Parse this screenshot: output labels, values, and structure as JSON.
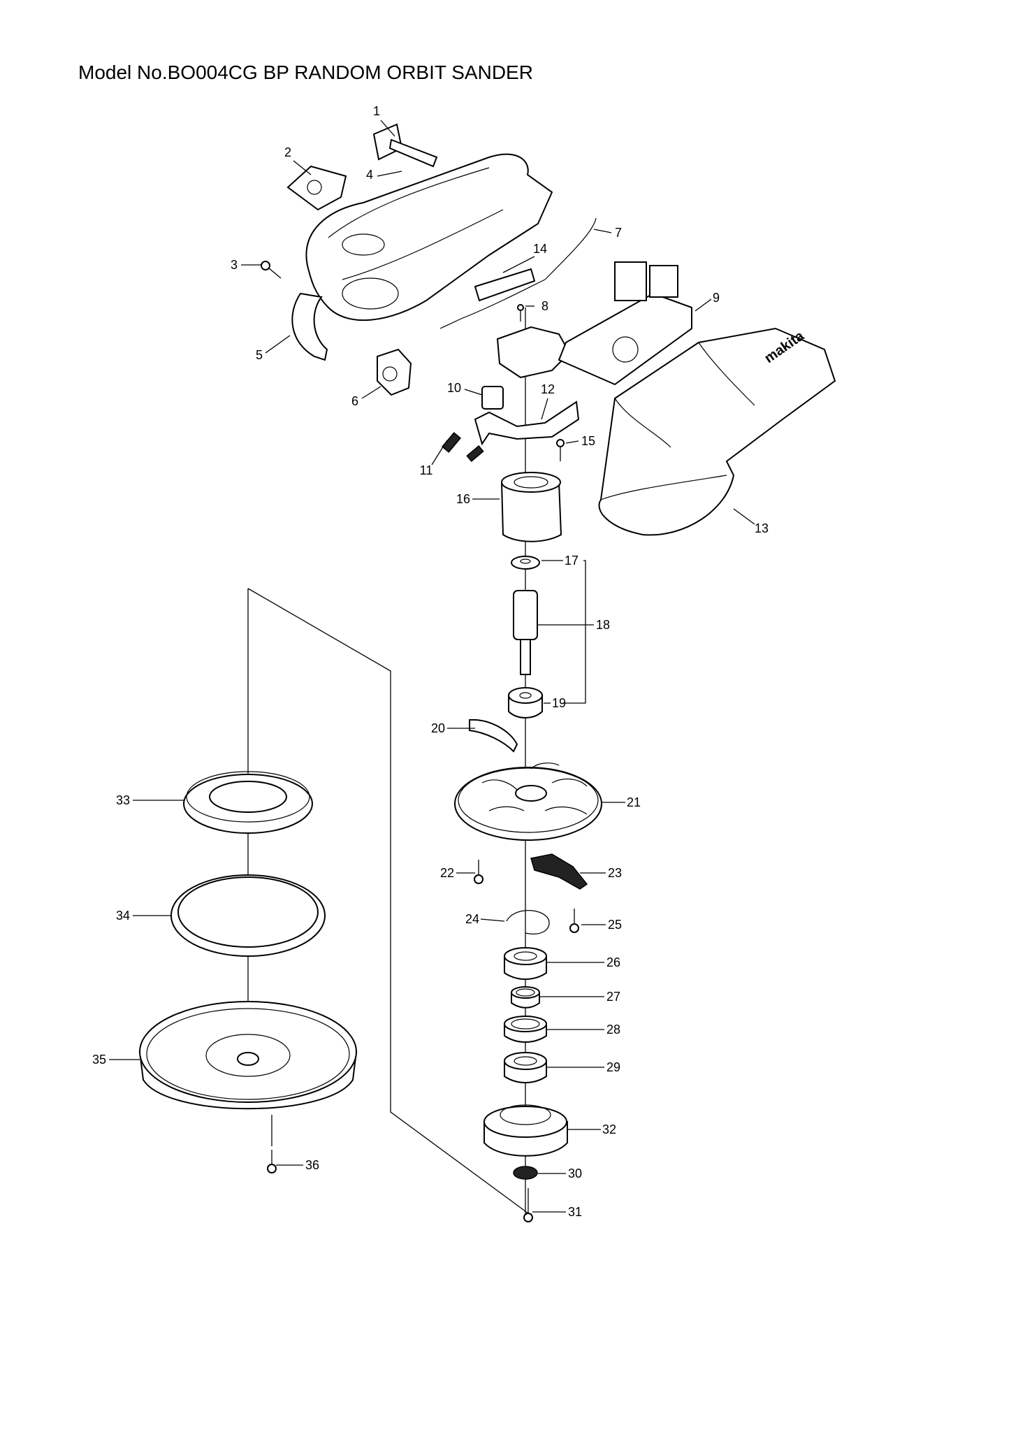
{
  "title": "Model No.BO004CG BP RANDOM ORBIT SANDER",
  "logo_text": "makita",
  "part_labels": [
    "1",
    "2",
    "3",
    "4",
    "5",
    "6",
    "7",
    "8",
    "9",
    "10",
    "11",
    "12",
    "13",
    "14",
    "15",
    "16",
    "17",
    "18",
    "19",
    "20",
    "21",
    "22",
    "23",
    "24",
    "25",
    "26",
    "27",
    "28",
    "29",
    "30",
    "31",
    "32",
    "33",
    "34",
    "35",
    "36"
  ]
}
